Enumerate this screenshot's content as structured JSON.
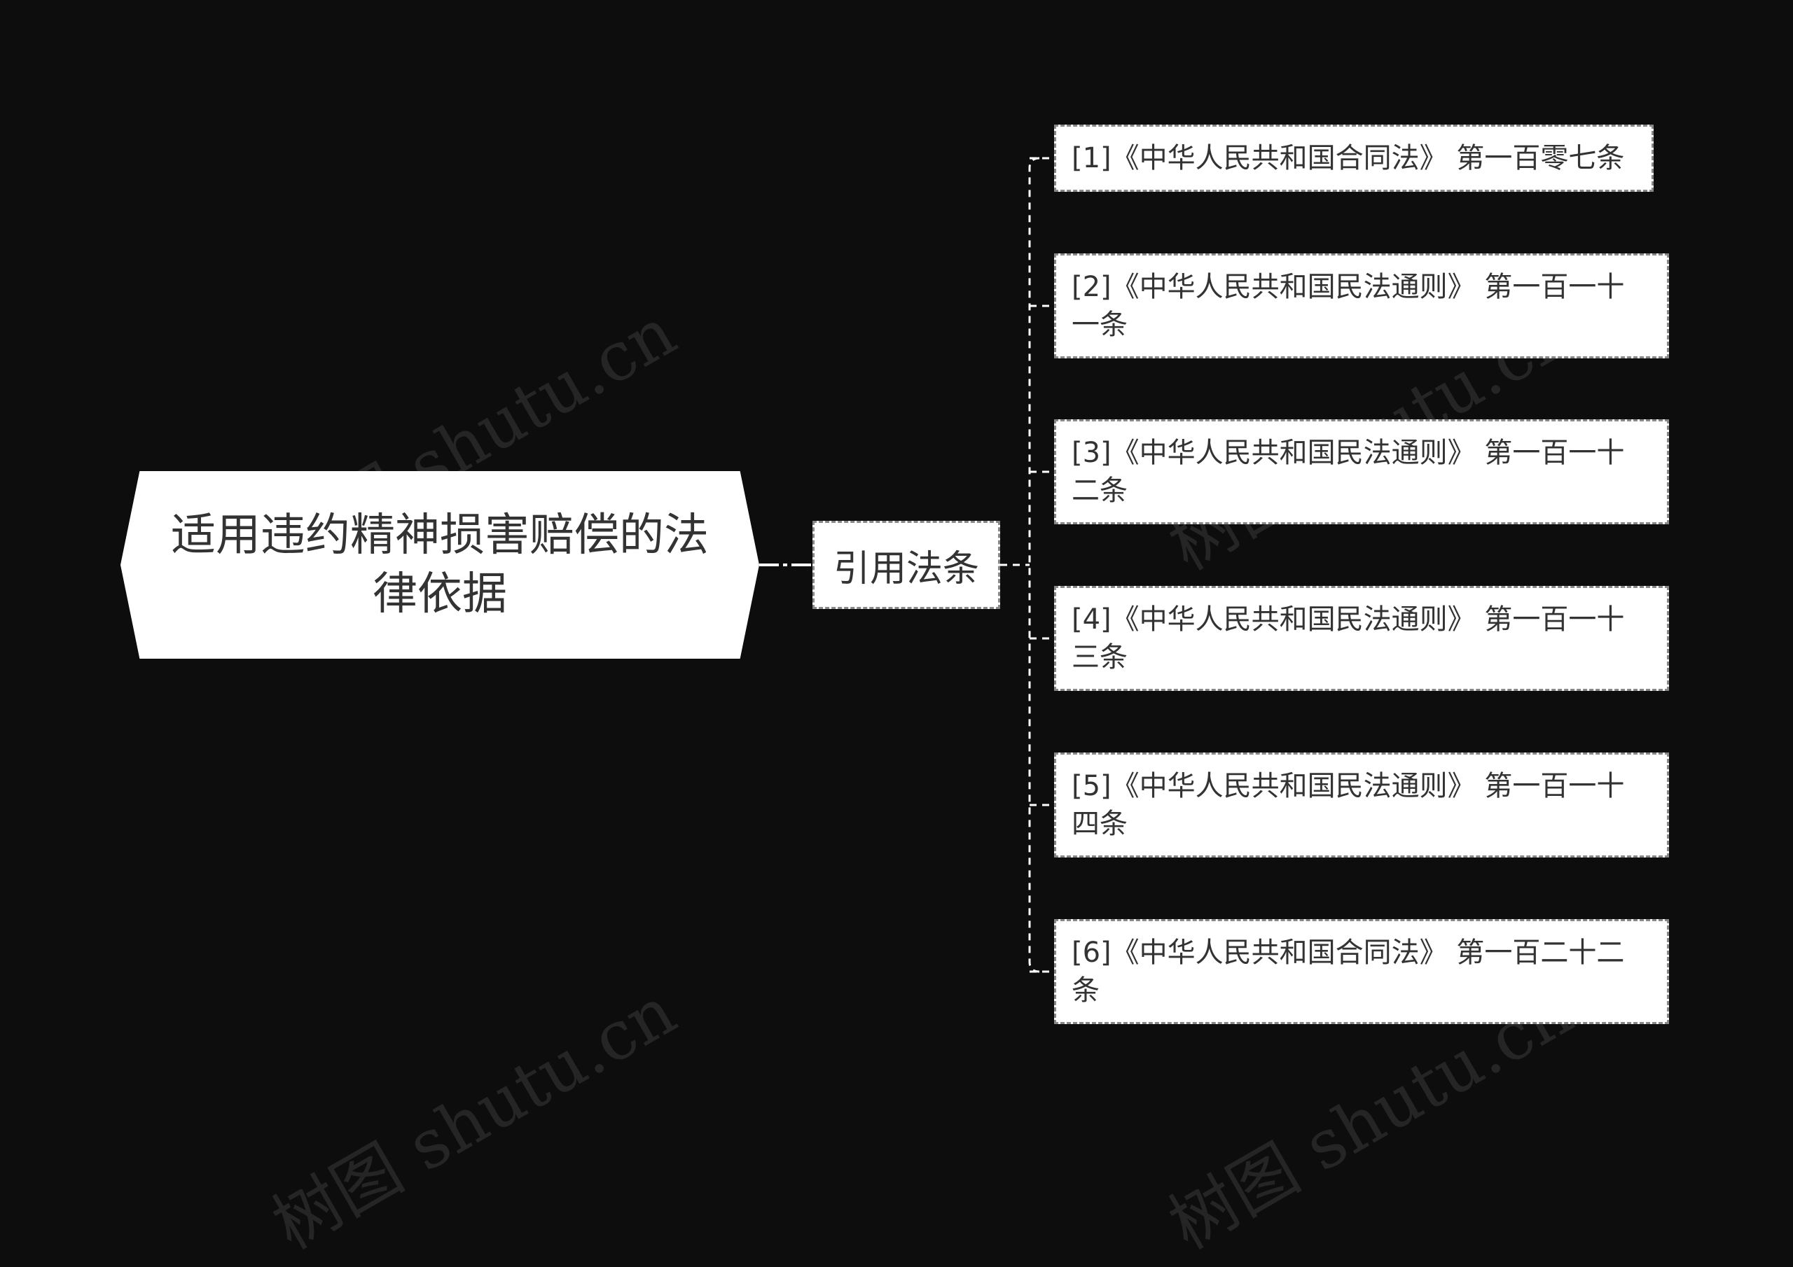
{
  "root": {
    "label": "适用违约精神损害赔偿的法律依据"
  },
  "branch": {
    "label": "引用法条"
  },
  "leaves": [
    {
      "label": "[1]《中华人民共和国合同法》 第一百零七条"
    },
    {
      "label": "[2]《中华人民共和国民法通则》 第一百一十一条"
    },
    {
      "label": "[3]《中华人民共和国民法通则》 第一百一十二条"
    },
    {
      "label": "[4]《中华人民共和国民法通则》 第一百一十三条"
    },
    {
      "label": "[5]《中华人民共和国民法通则》 第一百一十四条"
    },
    {
      "label": "[6]《中华人民共和国合同法》 第一百二十二条"
    }
  ],
  "watermark": "树图 shutu.cn",
  "colors": {
    "background": "#0d0d0d",
    "node": "#ffffff",
    "text": "#333333",
    "line": "#ffffff"
  }
}
